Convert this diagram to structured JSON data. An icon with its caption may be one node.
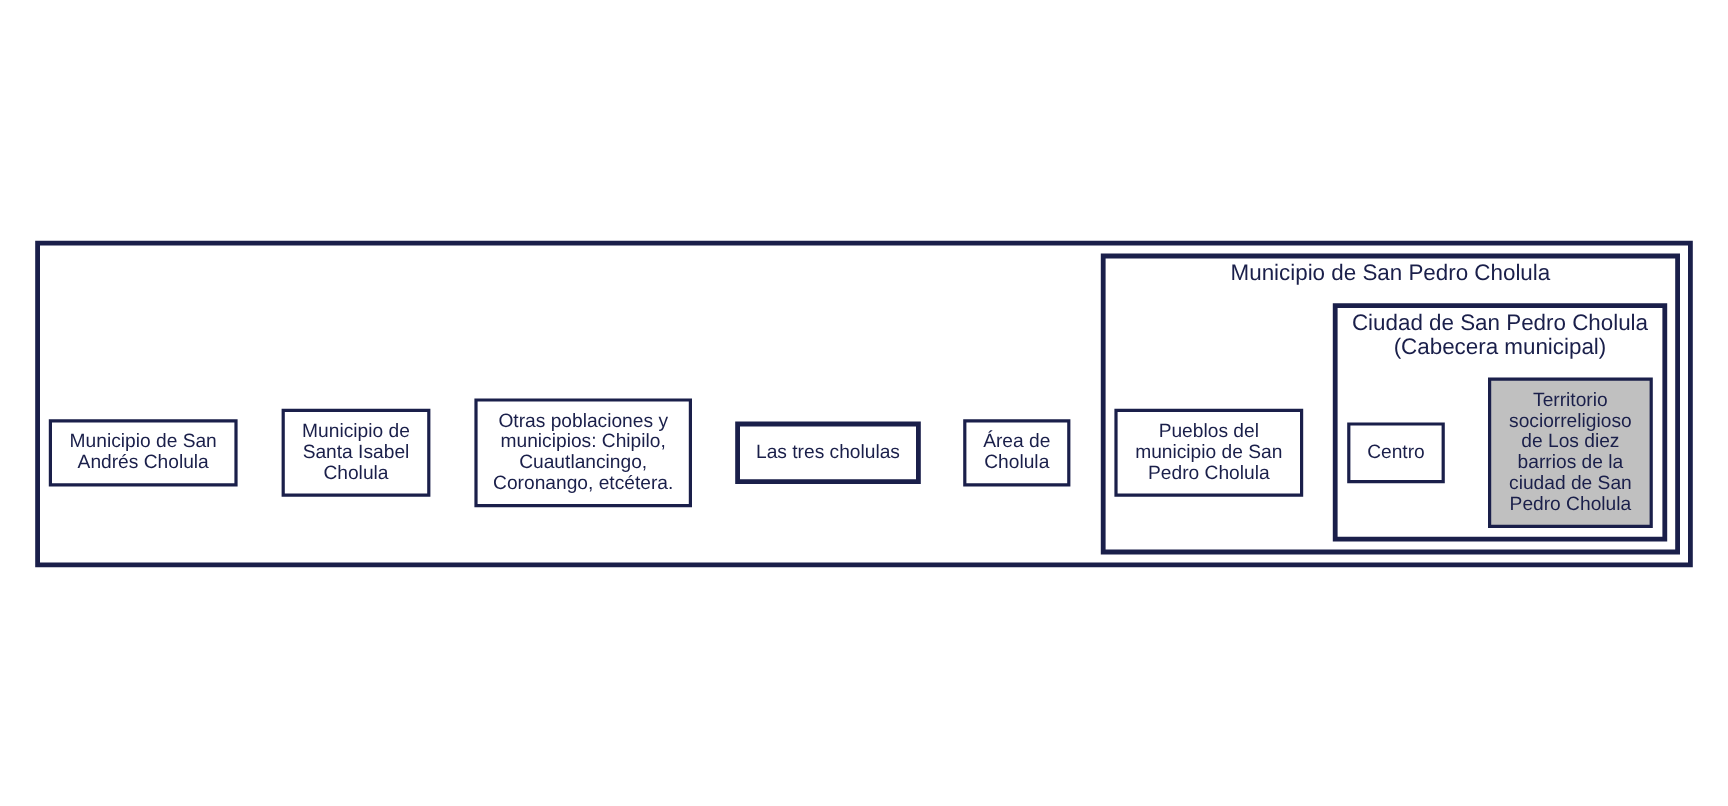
{
  "diagram": {
    "nodes": [
      {
        "text": [],
        "shape": "box"
      },
      {
        "text": [
          "Área de Cholula"
        ],
        "in": 0
      },
      {
        "text": [
          "Las tres cholulas"
        ],
        "in": 0
      },
      {
        "text": [
          "Otras poblaciones y municipios: Chipilo, Cuautlancingo, Coronango, etcétera."
        ],
        "in": 0
      },
      {
        "text": [
          "Municipio de Santa Isabel Cholula"
        ],
        "in": 0
      },
      {
        "text": [
          "Municipio de San Andrés Cholula"
        ],
        "in": 0
      },
      {
        "text": [
          "Municipio de San Pedro Cholula"
        ],
        "in": 0
      },
      {
        "text": [
          "Ciudad de San Pedro Cholula (Cabecera municipal)"
        ],
        "in": 6
      },
      {
        "text": [
          "Territorio sociorreligioso de Los diez barrios de la ciudad de San Pedro Cholula"
        ],
        "in": 7
      },
      {
        "text": [
          "Centro"
        ],
        "in": 7
      },
      {
        "text": [
          "Pueblos del municipio de San Pedro Cholula"
        ],
        "in": 6
      }
    ],
    "edges": []
  }
}
